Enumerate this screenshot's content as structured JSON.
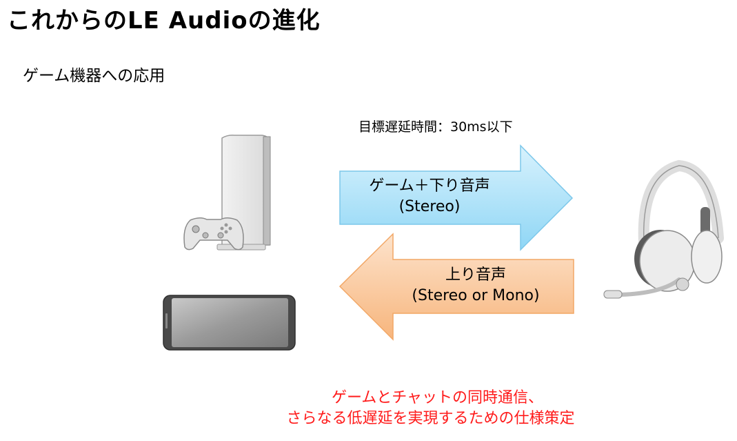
{
  "slide": {
    "title": "これからのLE Audioの進化",
    "subtitle": "ゲーム機器への応用",
    "latency_target": "目標遅延時間：30ms以下"
  },
  "arrows": {
    "downlink": {
      "line1": "ゲーム＋下り音声",
      "line2": "(Stereo)",
      "fill_top": "#d8f2fd",
      "fill_bottom": "#8fd6f5",
      "stroke": "#7cc7ea"
    },
    "uplink": {
      "line1": "上り音声",
      "line2": "(Stereo or Mono)",
      "fill_top": "#fde3cc",
      "fill_bottom": "#f7b57c",
      "stroke": "#f2a766"
    }
  },
  "devices": {
    "console": "game-console-icon",
    "controller": "game-controller-icon",
    "smartphone": "smartphone-icon",
    "headset": "gaming-headset-icon"
  },
  "footer": {
    "line1": "ゲームとチャットの同時通信、",
    "line2": "さらなる低遅延を実現するための仕様策定",
    "color": "#ff1a1a"
  }
}
